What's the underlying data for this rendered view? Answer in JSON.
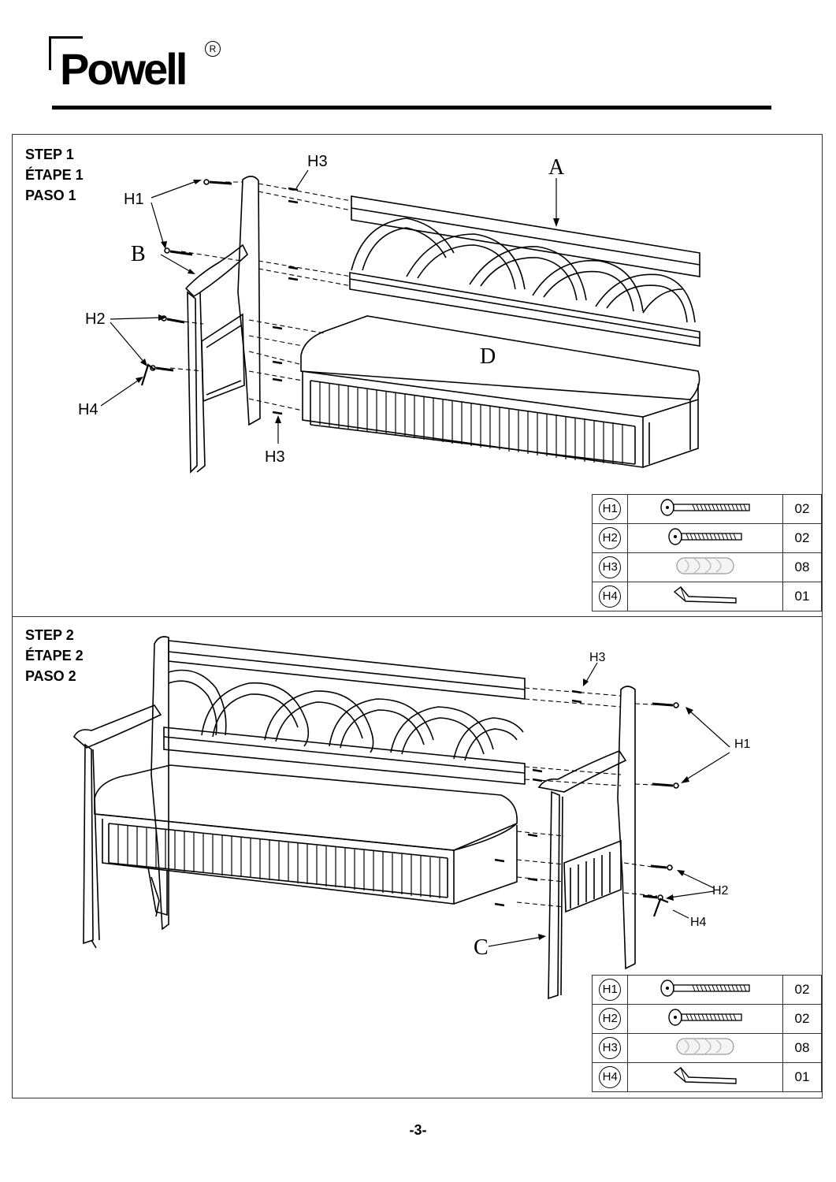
{
  "header": {
    "brand": "Powell",
    "registered_mark": "R"
  },
  "steps": [
    {
      "title_en": "STEP 1",
      "title_fr": "ÉTAPE 1",
      "title_es": "PASO 1",
      "callouts": {
        "h1": "H1",
        "h2": "H2",
        "h3_top": "H3",
        "h3_bottom": "H3",
        "h4": "H4",
        "a": "A",
        "b": "B",
        "d": "D"
      },
      "hardware": [
        {
          "code": "H1",
          "icon": "long-bolt-icon",
          "qty": "02"
        },
        {
          "code": "H2",
          "icon": "short-bolt-icon",
          "qty": "02"
        },
        {
          "code": "H3",
          "icon": "wood-dowel-icon",
          "qty": "08"
        },
        {
          "code": "H4",
          "icon": "allen-key-icon",
          "qty": "01"
        }
      ]
    },
    {
      "title_en": "STEP 2",
      "title_fr": "ÉTAPE 2",
      "title_es": "PASO 2",
      "callouts": {
        "h1": "H1",
        "h2": "H2",
        "h3": "H3",
        "h4": "H4",
        "c": "C"
      },
      "hardware": [
        {
          "code": "H1",
          "icon": "long-bolt-icon",
          "qty": "02"
        },
        {
          "code": "H2",
          "icon": "short-bolt-icon",
          "qty": "02"
        },
        {
          "code": "H3",
          "icon": "wood-dowel-icon",
          "qty": "08"
        },
        {
          "code": "H4",
          "icon": "allen-key-icon",
          "qty": "01"
        }
      ]
    }
  ],
  "footer": {
    "page_number": "-3-"
  }
}
